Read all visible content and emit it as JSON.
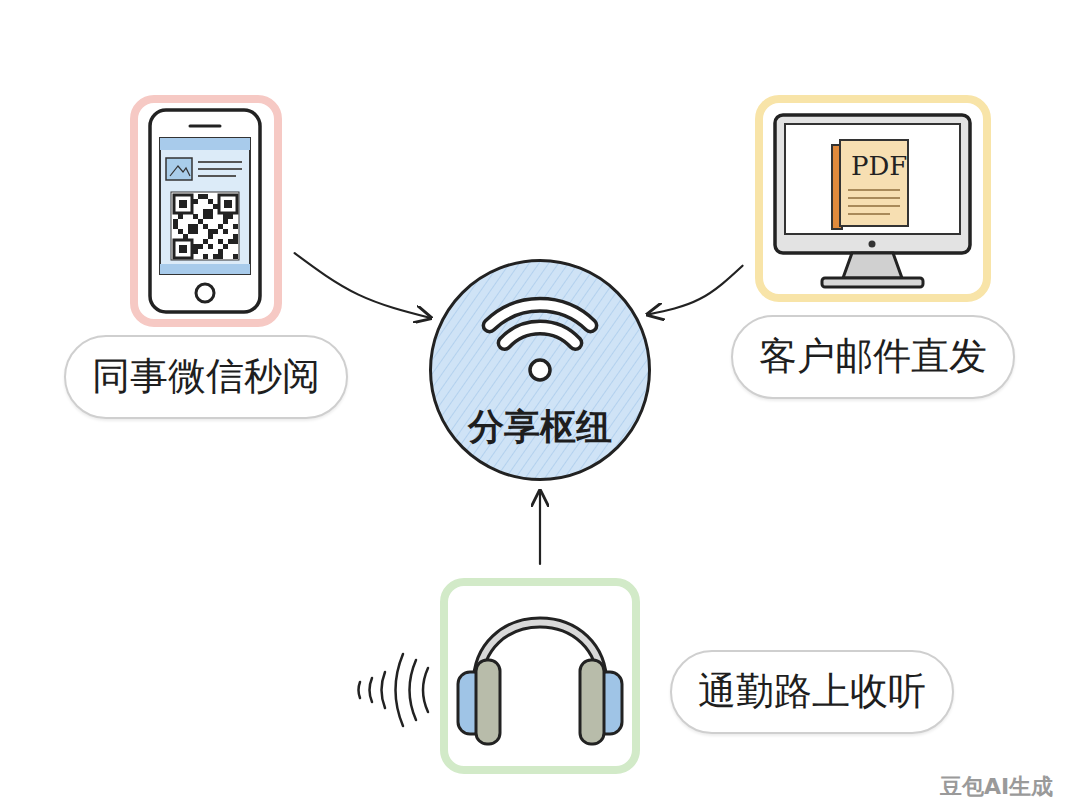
{
  "diagram": {
    "nodes": [
      {
        "text": [
          "同事微信秒阅"
        ]
      },
      {
        "text": [
          "PDF",
          "客户邮件直发"
        ]
      },
      {
        "text": [
          "分享枢纽"
        ]
      },
      {
        "text": [
          "通勤路上收听"
        ]
      }
    ],
    "edges": [
      {
        "from": 0,
        "to": 2,
        "arrow": "to"
      },
      {
        "from": 1,
        "to": 2,
        "arrow": "to"
      },
      {
        "from": 3,
        "to": 2,
        "arrow": "to"
      }
    ],
    "labels": [
      "豆包AI生成"
    ]
  }
}
